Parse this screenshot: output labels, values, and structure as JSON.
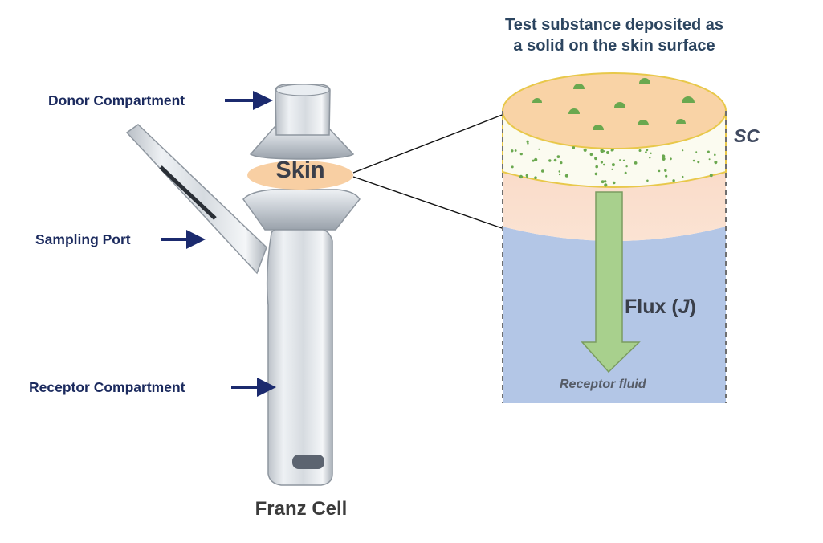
{
  "labels": {
    "donor": "Donor Compartment",
    "sampling": "Sampling Port",
    "receptor_compartment": "Receptor Compartment",
    "skin": "Skin",
    "test_substance_line1": "Test substance deposited as",
    "test_substance_line2": "a solid on the skin surface",
    "sc": "SC",
    "flux_prefix": "Flux (",
    "flux_symbol": "J",
    "flux_suffix": ")",
    "receptor_fluid": "Receptor fluid",
    "caption": "Franz Cell"
  },
  "colors": {
    "label_navy": "#1b2a5e",
    "arrow_navy": "#1b2a6e",
    "skin_top": "#f9d3a6",
    "skin_outline": "#e8c84a",
    "epidermis": "#f9dcc8",
    "receptor_fluid": "#b3c6e6",
    "flux_arrow": "#a8d08d",
    "particles": "#6aa84f"
  }
}
